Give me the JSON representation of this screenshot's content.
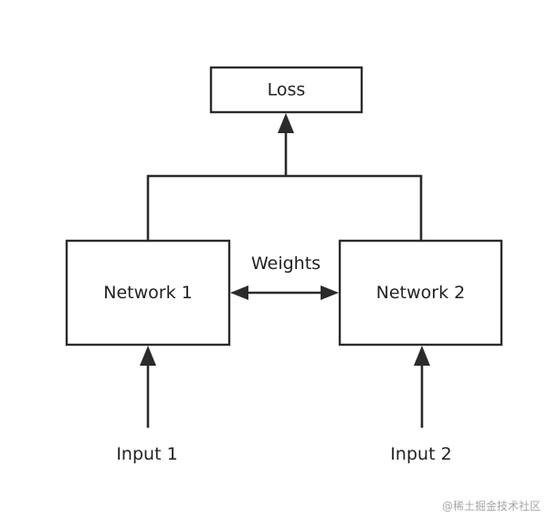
{
  "diagram": {
    "nodes": {
      "loss": "Loss",
      "network_1": "Network 1",
      "network_2": "Network 2"
    },
    "edge_labels": {
      "weights": "Weights"
    },
    "inputs": {
      "input_1": "Input 1",
      "input_2": "Input 2"
    },
    "colors": {
      "stroke": "#2b2b2b",
      "text": "#222222",
      "watermark": "#a6a6a6"
    }
  },
  "watermark": "@稀土掘金技术社区"
}
